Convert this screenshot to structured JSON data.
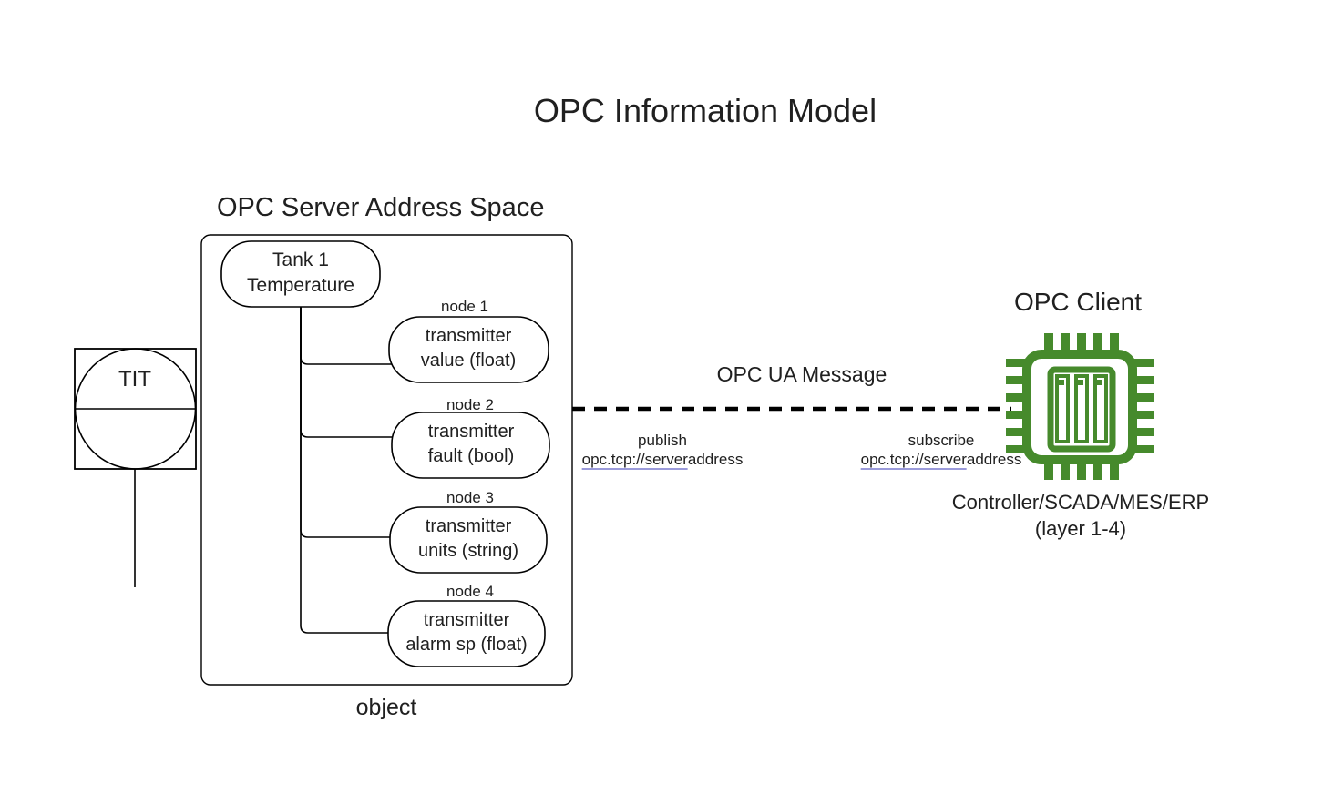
{
  "title": "OPC Information Model",
  "colors": {
    "chip_green": "#468a2c",
    "link_underline": "#9b9bdb",
    "line_black": "#000000"
  },
  "instrument": {
    "tag": "TIT"
  },
  "server": {
    "heading": "OPC Server Address Space",
    "root": {
      "line1": "Tank 1",
      "line2": "Temperature"
    },
    "nodes": [
      {
        "label": "node 1",
        "line1": "transmitter",
        "line2": "value (float)"
      },
      {
        "label": "node 2",
        "line1": "transmitter",
        "line2": "fault (bool)"
      },
      {
        "label": "node 3",
        "line1": "transmitter",
        "line2": "units (string)"
      },
      {
        "label": "node 4",
        "line1": "transmitter",
        "line2": "alarm sp (float)"
      }
    ],
    "object_label": "object"
  },
  "message": {
    "label": "OPC UA Message",
    "publish": {
      "caption": "publish",
      "url_link": "opc.tcp://server",
      "url_rest": "address"
    },
    "subscribe": {
      "caption": "subscribe",
      "url_link": "opc.tcp://server",
      "url_rest": "address"
    }
  },
  "client": {
    "heading": "OPC Client",
    "caption_line1": "Controller/SCADA/MES/ERP",
    "caption_line2": "(layer 1-4)"
  }
}
